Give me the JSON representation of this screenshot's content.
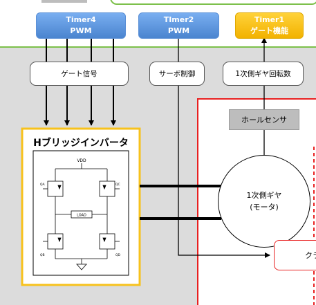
{
  "timers": {
    "timer4": {
      "name": "Timer4",
      "mode": "PWM"
    },
    "timer2": {
      "name": "TImer2",
      "mode": "PWM"
    },
    "timer1": {
      "name": "Timer1",
      "mode": "ゲート機能"
    }
  },
  "labels": {
    "gate_signal": "ゲート信号",
    "servo_control": "サーボ制御",
    "gear_speed": "1次側ギヤ回転数"
  },
  "hall_sensor": "ホールセンサ",
  "inverter": {
    "title": "Hブリッジインバータ",
    "vdd": "VDD",
    "load": "LOAD",
    "qa": "QA",
    "qb": "QB",
    "qc": "QC",
    "qd": "QD"
  },
  "motor": {
    "line1": "1次側ギヤ",
    "line2": "(モータ)"
  },
  "clutch_partial": "クラ",
  "colors": {
    "blue": "#4a84cf",
    "yellow": "#f2b200",
    "green_frame": "#7cc04a",
    "orange_frame": "#f7c21c",
    "red_frame": "#e82020",
    "background": "#dcdcdc"
  }
}
